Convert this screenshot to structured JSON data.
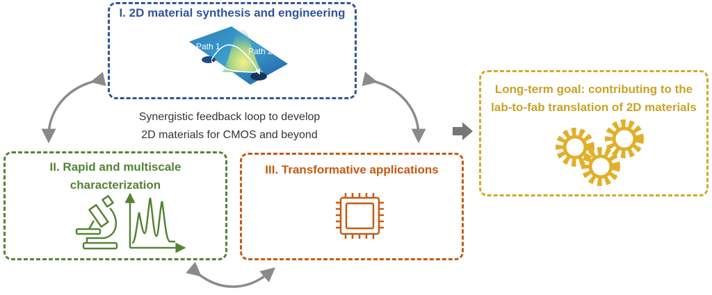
{
  "colors": {
    "blue": "#2f5597",
    "green": "#548235",
    "orange": "#c55a11",
    "gold": "#d4a82a",
    "gray_arrow": "#8a8a8a"
  },
  "box1": {
    "title": "I. 2D material synthesis and engineering",
    "path1_label": "Path 1",
    "path2_label": "Path 2"
  },
  "center": {
    "line1": "Synergistic feedback loop to develop",
    "line2": "2D materials for CMOS and beyond"
  },
  "box2": {
    "title_line1": "II. Rapid and multiscale",
    "title_line2": "characterization"
  },
  "box3": {
    "title": "III. Transformative applications"
  },
  "goal": {
    "title_line1": "Long-term goal: contributing to the",
    "title_line2": "lab-to-fab translation of 2D materials"
  },
  "icons": [
    "energy-landscape-icon",
    "microscope-icon",
    "spectrum-chart-icon",
    "chip-icon",
    "gears-icon",
    "right-arrow-icon",
    "cycle-arrow-icon"
  ]
}
